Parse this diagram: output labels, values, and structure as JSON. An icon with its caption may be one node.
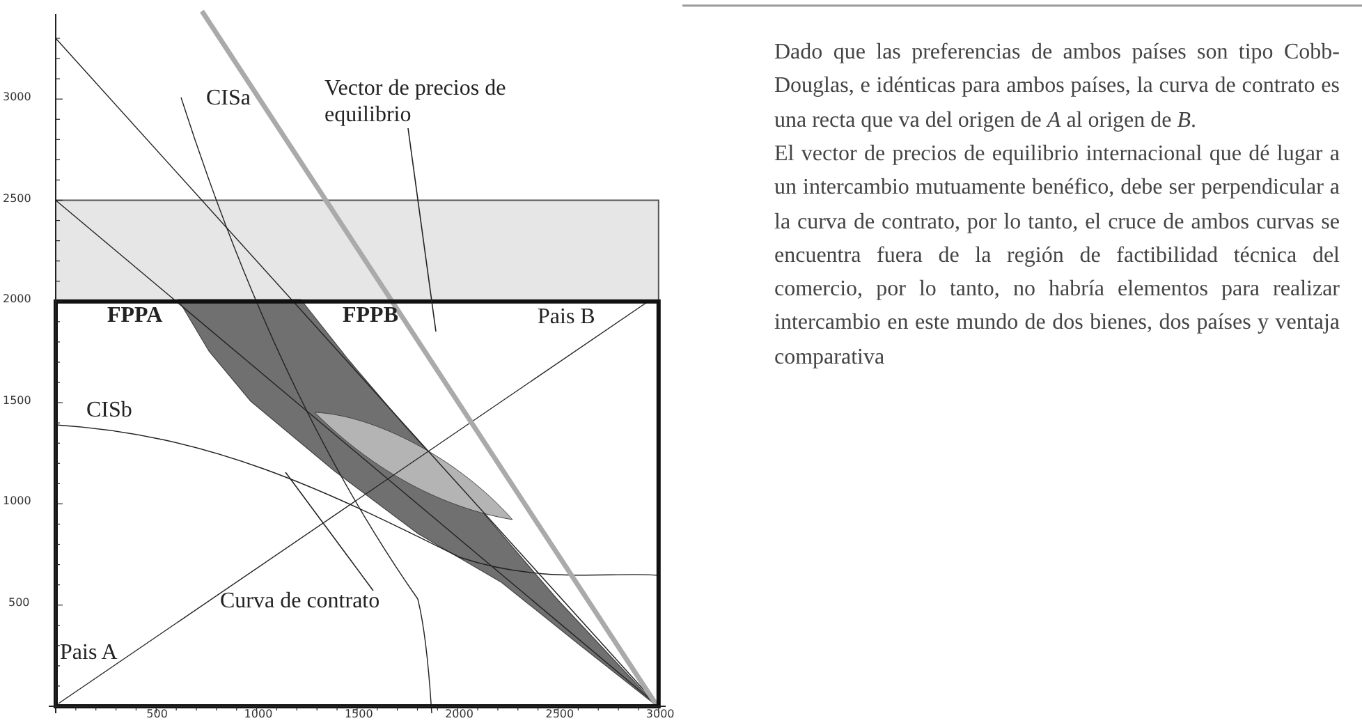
{
  "diagram": {
    "nodes": [
      {
        "text": [
          "Vector de precios de equilibrio"
        ]
      },
      {
        "text": [
          "Curva de contrato"
        ]
      }
    ],
    "edges": [
      {
        "from": 0,
        "to": null,
        "arrow": "none"
      },
      {
        "from": 1,
        "to": null,
        "arrow": "none"
      }
    ],
    "labels": [
      "3000",
      "2500",
      "2000",
      "1500",
      "1000",
      "500",
      "CISa",
      "FPPA",
      "FPPB",
      "Pais B",
      "CISb",
      "Pais A",
      "500",
      "1000",
      "1500",
      "2000",
      "2500",
      "3000",
      "Dado que las preferencias de ambos países son tipo Cobb-Douglas, e idénticas para ambos países, la curva de contrato es una recta que va del origen de *A* al origen de *B*.",
      "El vector de precios de equilibrio internacional que dé lugar a un intercambio mutuamente benéfico, debe ser perpendicular a la curva de contrato, por lo tanto, el cruce de ambos curvas se encuentra fuera de la región de factibilidad técnica del comercio, por lo tanto, no habría elementos para realizar intercambio en este mundo de dos bienes, dos países y ventaja comparativa"
    ]
  }
}
